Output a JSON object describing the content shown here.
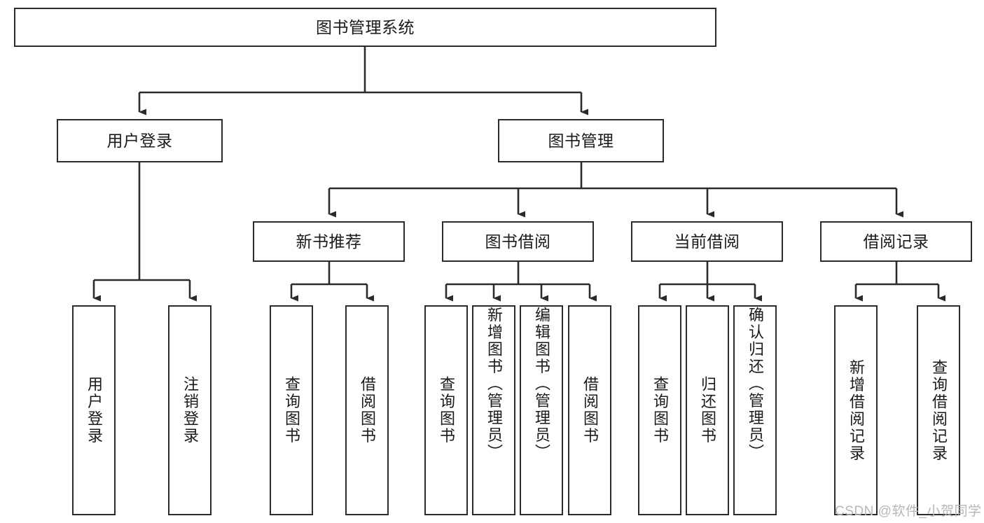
{
  "diagram": {
    "type": "tree-hierarchy",
    "title": "图书管理系统",
    "watermark": "CSDN @软件_小贺同学",
    "colors": {
      "box_border": "#2b2b2b",
      "box_fill": "#ffffff",
      "connector": "#2b2b2b",
      "watermark_text": "#b7b7b7",
      "page_background": "#ffffff"
    },
    "levels": {
      "root": {
        "label": "图书管理系统"
      },
      "level2": [
        {
          "id": "user-login",
          "label": "用户登录"
        },
        {
          "id": "book-manage",
          "label": "图书管理"
        }
      ],
      "level3": [
        {
          "id": "new-book-recommend",
          "label": "新书推荐",
          "parent": "book-manage"
        },
        {
          "id": "book-borrow",
          "label": "图书借阅",
          "parent": "book-manage"
        },
        {
          "id": "current-borrow",
          "label": "当前借阅",
          "parent": "book-manage"
        },
        {
          "id": "borrow-record",
          "label": "借阅记录",
          "parent": "book-manage"
        }
      ],
      "leaves": [
        {
          "id": "leaf-user-login",
          "label": "用户登录",
          "parent": "user-login",
          "align": "center"
        },
        {
          "id": "leaf-user-logout",
          "label": "注销登录",
          "parent": "user-login",
          "align": "center"
        },
        {
          "id": "leaf-query-book-1",
          "label": "查询图书",
          "parent": "new-book-recommend",
          "align": "center"
        },
        {
          "id": "leaf-borrow-book-1",
          "label": "借阅图书",
          "parent": "new-book-recommend",
          "align": "center"
        },
        {
          "id": "leaf-query-book-2",
          "label": "查询图书",
          "parent": "book-borrow",
          "align": "center"
        },
        {
          "id": "leaf-add-book",
          "label": "新增图书（管理员）",
          "parent": "book-borrow",
          "align": "top"
        },
        {
          "id": "leaf-edit-book",
          "label": "编辑图书（管理员）",
          "parent": "book-borrow",
          "align": "top"
        },
        {
          "id": "leaf-borrow-book-2",
          "label": "借阅图书",
          "parent": "book-borrow",
          "align": "center"
        },
        {
          "id": "leaf-query-book-3",
          "label": "查询图书",
          "parent": "current-borrow",
          "align": "center"
        },
        {
          "id": "leaf-return-book",
          "label": "归还图书",
          "parent": "current-borrow",
          "align": "center"
        },
        {
          "id": "leaf-confirm-return",
          "label": "确认归还（管理员）",
          "parent": "current-borrow",
          "align": "top"
        },
        {
          "id": "leaf-add-record",
          "label": "新增借阅记录",
          "parent": "borrow-record",
          "align": "center"
        },
        {
          "id": "leaf-query-record",
          "label": "查询借阅记录",
          "parent": "borrow-record",
          "align": "center"
        }
      ]
    }
  }
}
